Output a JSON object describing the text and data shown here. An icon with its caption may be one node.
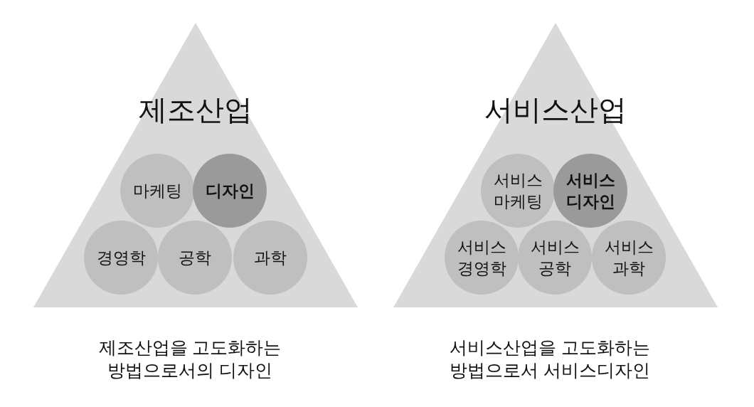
{
  "diagram": {
    "nodes": [
      {
        "text": [
          "제조산업"
        ]
      },
      {
        "text": [
          "마케팅"
        ],
        "in": 0
      },
      {
        "text": [
          "디자인"
        ],
        "in": 0
      },
      {
        "text": [
          "경영학"
        ],
        "in": 0
      },
      {
        "text": [
          "공학"
        ],
        "in": 0
      },
      {
        "text": [
          "과학"
        ],
        "in": 0
      },
      {
        "text": [
          "서비스산업"
        ]
      },
      {
        "text": [
          "서비스 마케팅"
        ],
        "in": 6
      },
      {
        "text": [
          "서비스 디자인"
        ],
        "in": 6
      },
      {
        "text": [
          "서비스 경영학"
        ],
        "in": 6
      },
      {
        "text": [
          "서비스 공학"
        ],
        "in": 6
      },
      {
        "text": [
          "서비스 과학"
        ],
        "in": 6
      }
    ],
    "labels": [
      "제조산업을 고도화하는 방법으로서의 디자인",
      "서비스산업을 고도화하는 방법으로서 서비스디자인"
    ]
  }
}
